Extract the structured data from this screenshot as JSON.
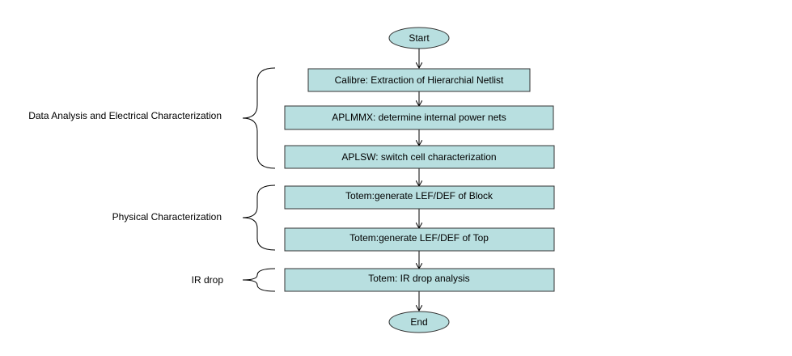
{
  "flow": {
    "start": "Start",
    "end": "End",
    "steps": [
      "Calibre: Extraction of Hierarchial Netlist",
      "APLMMX: determine internal power nets",
      "APLSW: switch cell characterization",
      "Totem:generate LEF/DEF of Block",
      "Totem:generate LEF/DEF of Top",
      "Totem: IR drop analysis"
    ]
  },
  "groups": [
    "Data Analysis and Electrical Characterization",
    "Physical Characterization",
    "IR drop"
  ],
  "colors": {
    "box_fill": "#b8dfe0",
    "box_stroke": "#333333"
  }
}
